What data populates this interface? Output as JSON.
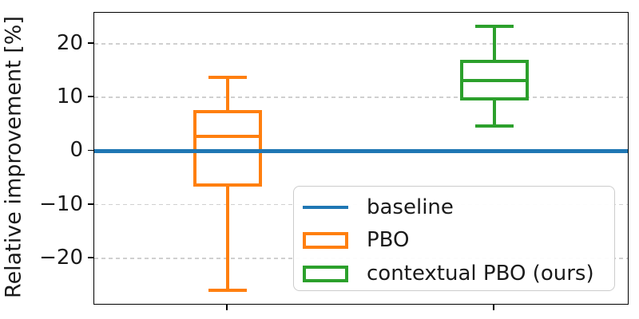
{
  "chart_data": {
    "type": "boxplot",
    "title": "",
    "xlabel": "",
    "ylabel": "Relative improvement [%]",
    "ylim": [
      -28.5,
      25.8
    ],
    "yticks": [
      20,
      10,
      0,
      -10,
      -20
    ],
    "xlim": [
      0.5,
      2.5
    ],
    "grid": "horizontal dashed gridlines at y ticks",
    "baseline": {
      "label": "baseline",
      "value": 0,
      "color": "#1f77b4"
    },
    "series": [
      {
        "name": "PBO",
        "color": "#ff7f0e",
        "position": 1,
        "whisker_low": -26.0,
        "q1": -6.6,
        "median": 2.8,
        "q3": 7.7,
        "whisker_high": 13.8
      },
      {
        "name": "contextual PBO (ours)",
        "color": "#2ca02c",
        "position": 2,
        "whisker_low": 4.7,
        "q1": 9.4,
        "median": 13.1,
        "q3": 17.0,
        "whisker_high": 23.2
      }
    ],
    "box_width_units": 0.256,
    "cap_width_units": 0.144,
    "legend": {
      "position": "lower right",
      "items": [
        {
          "label": "baseline",
          "swatch": "line",
          "color": "#1f77b4"
        },
        {
          "label": "PBO",
          "swatch": "box",
          "color": "#ff7f0e"
        },
        {
          "label": "contextual PBO (ours)",
          "swatch": "box",
          "color": "#2ca02c"
        }
      ]
    }
  },
  "colors": {
    "axis": "#000000",
    "grid": "#d0d0d0",
    "text": "#1a1a1a",
    "background": "#ffffff"
  }
}
